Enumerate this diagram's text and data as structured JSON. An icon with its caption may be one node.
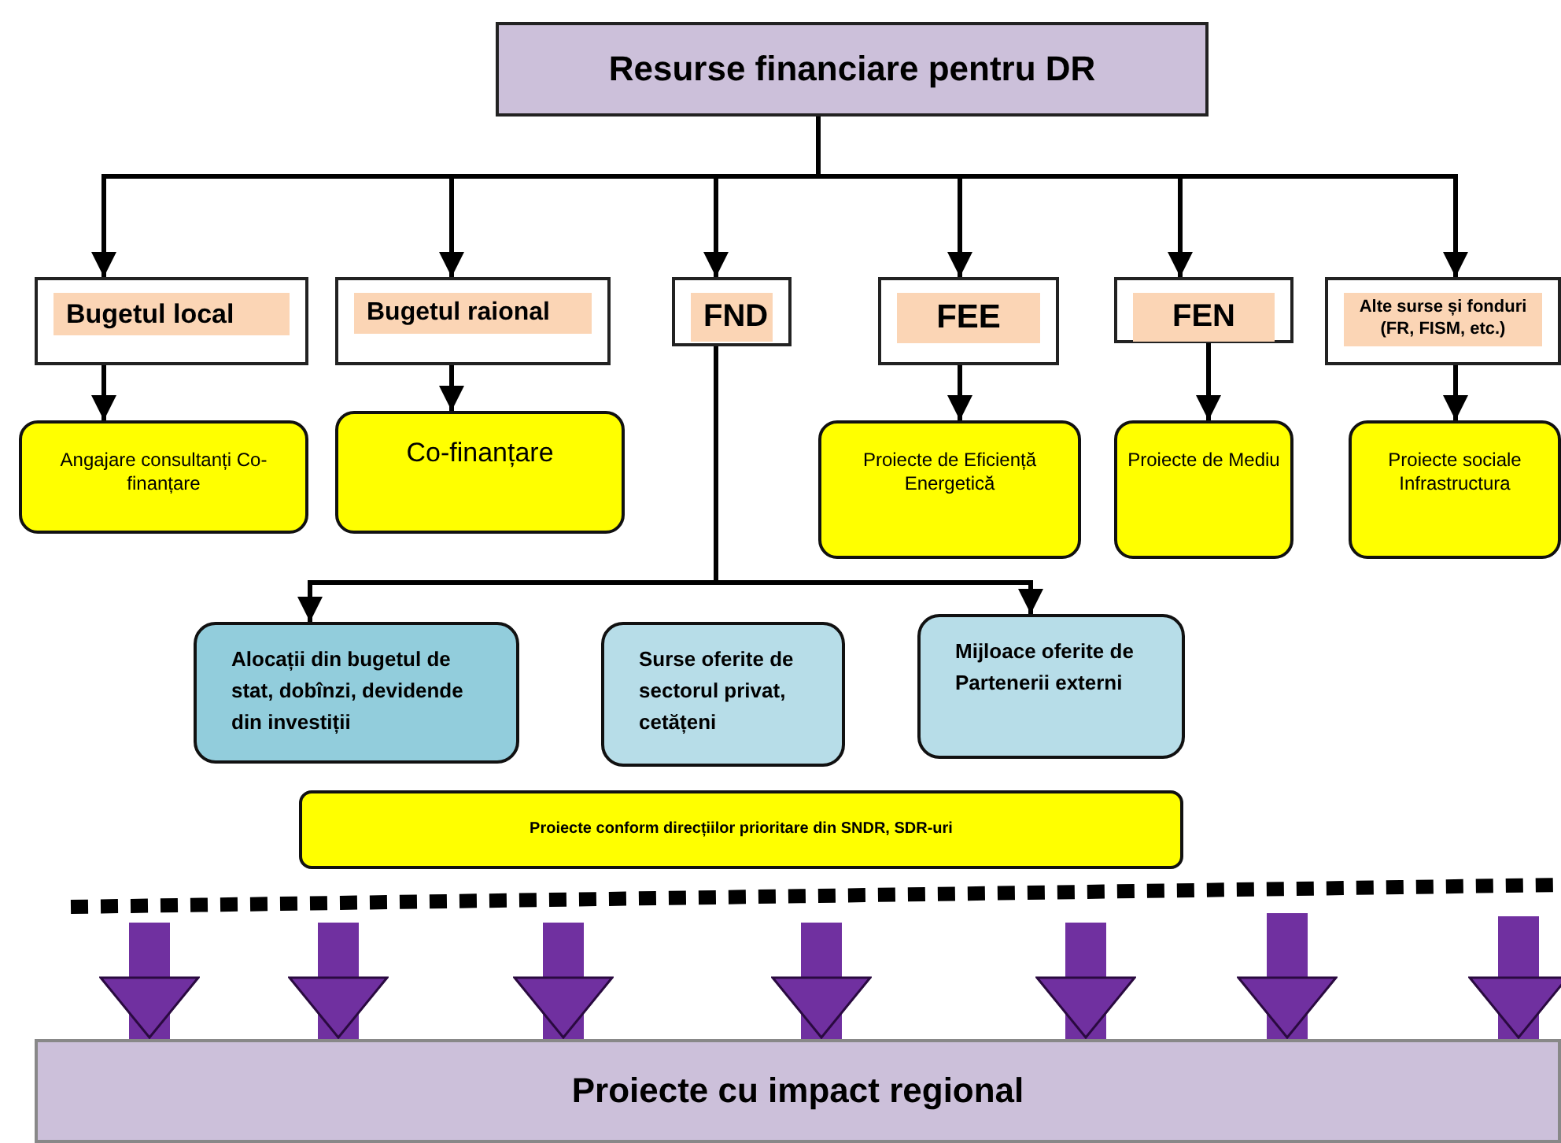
{
  "diagram": {
    "nodes": [
      {
        "text": [
          "Resurse financiare pentru DR"
        ]
      },
      {
        "text": [
          "Bugetul local"
        ]
      },
      {
        "text": [
          "Bugetul raional"
        ]
      },
      {
        "text": [
          "FND"
        ]
      },
      {
        "text": [
          "FEE"
        ]
      },
      {
        "text": [
          "FEN"
        ]
      },
      {
        "text": [
          "Alte surse și fonduri (FR, FISM, etc.)"
        ]
      },
      {
        "text": [
          "Angajare consultanți Co-finanțare"
        ]
      },
      {
        "text": [
          "Co-finanțare"
        ]
      },
      {
        "text": [
          "Proiecte de Eficiență Energetică"
        ]
      },
      {
        "text": [
          "Proiecte de Mediu"
        ]
      },
      {
        "text": [
          "Proiecte sociale Infrastructura"
        ]
      },
      {
        "text": [
          "Alocații din bugetul de stat, dobînzi, devidende din investiții"
        ]
      },
      {
        "text": [
          "Surse oferite de sectorul privat, cetățeni"
        ]
      },
      {
        "text": [
          "Mijloace oferite de Partenerii externi"
        ]
      },
      {
        "text": [
          "Proiecte conform direcțiilor prioritare din SNDR, SDR-uri"
        ]
      },
      {
        "text": [
          "Proiecte cu impact regional"
        ]
      }
    ],
    "edges": [
      {
        "from": 0,
        "to": 1,
        "arrow": "to"
      },
      {
        "from": 0,
        "to": 2,
        "arrow": "to"
      },
      {
        "from": 0,
        "to": 3,
        "arrow": "to"
      },
      {
        "from": 0,
        "to": 4,
        "arrow": "to"
      },
      {
        "from": 0,
        "to": 5,
        "arrow": "to"
      },
      {
        "from": 0,
        "to": 6,
        "arrow": "to"
      },
      {
        "from": 1,
        "to": 7,
        "arrow": "to"
      },
      {
        "from": 2,
        "to": 8,
        "arrow": "to"
      },
      {
        "from": 4,
        "to": 9,
        "arrow": "to"
      },
      {
        "from": 5,
        "to": 10,
        "arrow": "to"
      },
      {
        "from": 6,
        "to": 11,
        "arrow": "to"
      },
      {
        "from": 3,
        "to": 12,
        "arrow": "to"
      },
      {
        "from": 3,
        "to": 14,
        "arrow": "to"
      },
      {
        "from": null,
        "to": 16,
        "arrow": "to",
        "style": "thick",
        "color": "#7030a0"
      },
      {
        "from": null,
        "to": 16,
        "arrow": "to",
        "style": "thick",
        "color": "#7030a0"
      },
      {
        "from": null,
        "to": 16,
        "arrow": "to",
        "style": "thick",
        "color": "#7030a0"
      },
      {
        "from": null,
        "to": 16,
        "arrow": "to",
        "style": "thick",
        "color": "#7030a0"
      },
      {
        "from": null,
        "to": 16,
        "arrow": "to",
        "style": "thick",
        "color": "#7030a0"
      },
      {
        "from": null,
        "to": 16,
        "arrow": "to",
        "style": "thick",
        "color": "#7030a0"
      },
      {
        "from": null,
        "to": 16,
        "arrow": "to",
        "style": "thick",
        "color": "#7030a0"
      }
    ]
  }
}
